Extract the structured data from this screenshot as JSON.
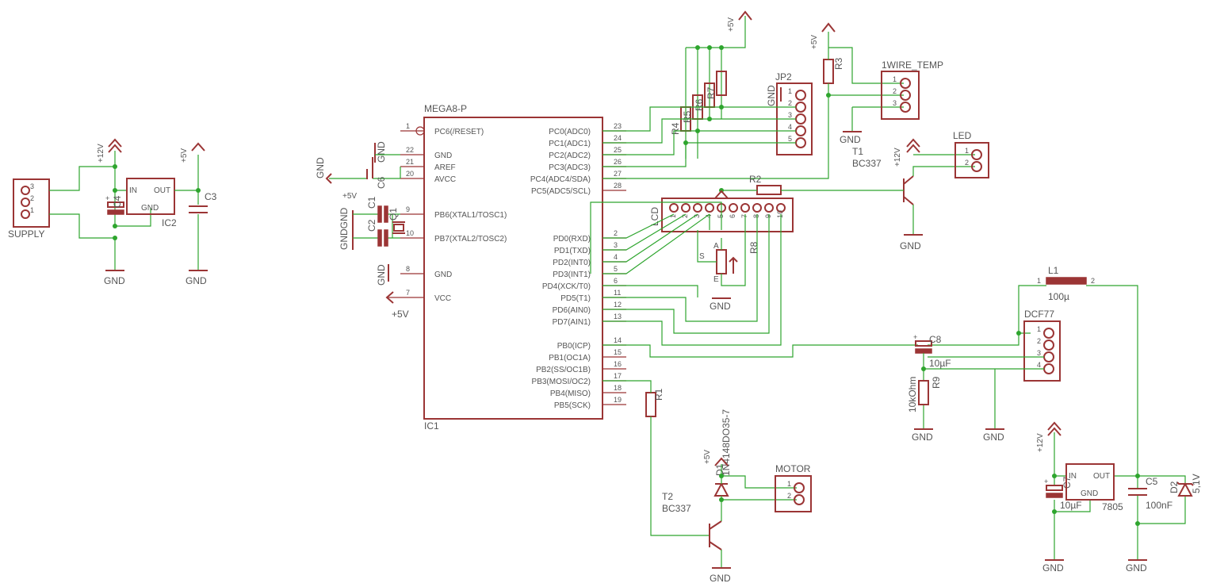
{
  "supply": {
    "name": "SUPPLY",
    "pins": [
      "3",
      "2",
      "1"
    ]
  },
  "ic2": {
    "name": "IC2",
    "in": "IN",
    "out": "OUT",
    "gnd": "GND"
  },
  "c4": {
    "name": "C4"
  },
  "c3": {
    "name": "C3"
  },
  "rails": {
    "p12": "+12V",
    "p5": "+5V",
    "gnd": "GND"
  },
  "mega": {
    "title": "MEGA8-P",
    "ref": "IC1",
    "left_pins": [
      {
        "num": "1",
        "name": "PC6(/RESET)"
      },
      {
        "num": "22",
        "name": "GND"
      },
      {
        "num": "21",
        "name": "AREF"
      },
      {
        "num": "20",
        "name": "AVCC"
      },
      {
        "num": "9",
        "name": "PB6(XTAL1/TOSC1)"
      },
      {
        "num": "10",
        "name": "PB7(XTAL2/TOSC2)"
      },
      {
        "num": "8",
        "name": "GND"
      },
      {
        "num": "7",
        "name": "VCC"
      }
    ],
    "right_pins": [
      {
        "num": "23",
        "name": "PC0(ADC0)"
      },
      {
        "num": "24",
        "name": "PC1(ADC1)"
      },
      {
        "num": "25",
        "name": "PC2(ADC2)"
      },
      {
        "num": "26",
        "name": "PC3(ADC3)"
      },
      {
        "num": "27",
        "name": "PC4(ADC4/SDA)"
      },
      {
        "num": "28",
        "name": "PC5(ADC5/SCL)"
      },
      {
        "num": "2",
        "name": "PD0(RXD)"
      },
      {
        "num": "3",
        "name": "PD1(TXD)"
      },
      {
        "num": "4",
        "name": "PD2(INT0)"
      },
      {
        "num": "5",
        "name": "PD3(INT1)"
      },
      {
        "num": "6",
        "name": "PD4(XCK/T0)"
      },
      {
        "num": "11",
        "name": "PD5(T1)"
      },
      {
        "num": "12",
        "name": "PD6(AIN0)"
      },
      {
        "num": "13",
        "name": "PD7(AIN1)"
      },
      {
        "num": "14",
        "name": "PB0(ICP)"
      },
      {
        "num": "15",
        "name": "PB1(OC1A)"
      },
      {
        "num": "16",
        "name": "PB2(SS/OC1B)"
      },
      {
        "num": "17",
        "name": "PB3(MOSI/OC2)"
      },
      {
        "num": "18",
        "name": "PB4(MISO)"
      },
      {
        "num": "19",
        "name": "PB5(SCK)"
      }
    ]
  },
  "caps": {
    "c6": "C6",
    "c1": "C1",
    "c2": "C2",
    "q1": "Q1",
    "gndgnd": "GNDGND"
  },
  "jp2": {
    "name": "JP2",
    "pins": [
      "1",
      "2",
      "3",
      "4",
      "5"
    ],
    "gnd": "GND"
  },
  "resistors": {
    "r4": "R4",
    "r5": "R5",
    "r6": "R6",
    "r7": "R7",
    "r3": "R3",
    "r2": "R2",
    "r1": "R1",
    "r8": "R8"
  },
  "wire1": {
    "name": "1WIRE_TEMP",
    "pins": [
      "1",
      "2",
      "3"
    ]
  },
  "t1": {
    "name": "T1",
    "value": "BC337"
  },
  "led": {
    "name": "LED",
    "pins": [
      "1",
      "2"
    ]
  },
  "lcd": {
    "name": "LCD",
    "pins": [
      "1",
      "2",
      "3",
      "4",
      "5",
      "6",
      "7",
      "8",
      "9",
      "10"
    ]
  },
  "pot": {
    "s": "S",
    "a": "A",
    "e": "E"
  },
  "l1": {
    "name": "L1",
    "value": "100µ",
    "p1": "1",
    "p2": "2"
  },
  "dcf77": {
    "name": "DCF77",
    "pins": [
      "1",
      "2",
      "3",
      "4"
    ]
  },
  "c8": {
    "name": "C8",
    "value": "10µF"
  },
  "r9": {
    "name": "R9",
    "value": "10kOhm"
  },
  "d1": {
    "name": "D1",
    "value": "1N4148DO35-7"
  },
  "motor": {
    "name": "MOTOR",
    "pins": [
      "1",
      "2"
    ]
  },
  "t2": {
    "name": "T2",
    "value": "BC337"
  },
  "reg": {
    "in": "IN",
    "out": "OUT",
    "gnd": "GND",
    "value": "7805"
  },
  "c7": {
    "name": "C7",
    "value": "10µF"
  },
  "c5": {
    "name": "C5",
    "value": "100nF"
  },
  "d2": {
    "name": "D2",
    "value": "5,1V"
  }
}
